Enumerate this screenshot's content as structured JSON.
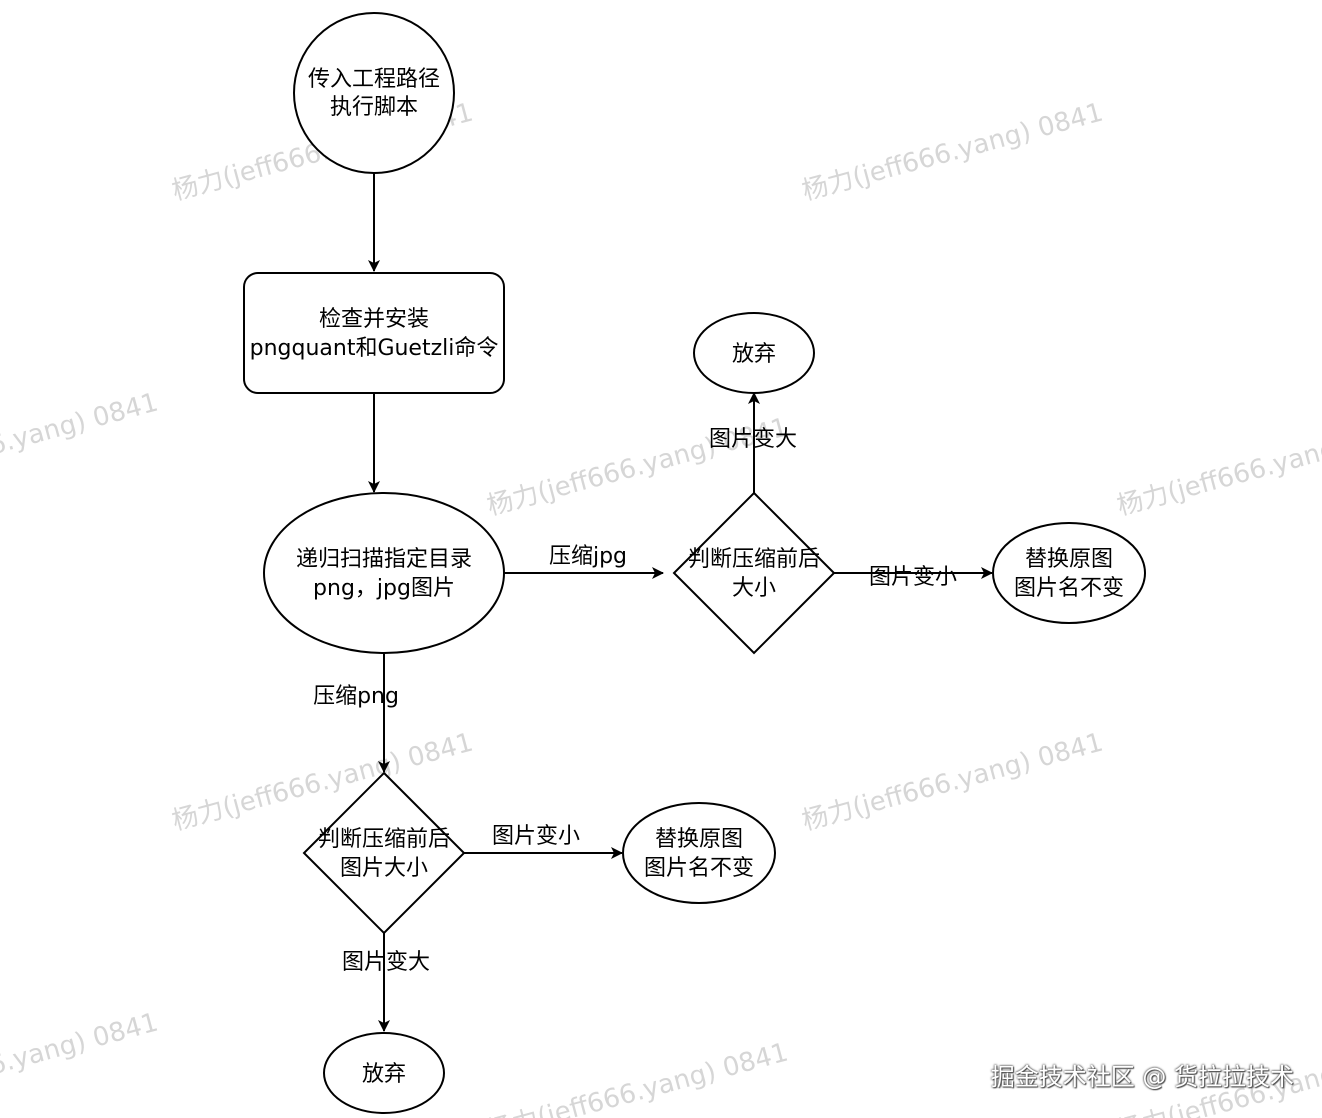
{
  "watermark": "杨力(jeff666.yang) 0841",
  "nodes": {
    "start": [
      "传入工程路径",
      "执行脚本"
    ],
    "install": [
      "检查并安装",
      "pngquant和Guetzli命令"
    ],
    "scan": [
      "递归扫描指定目录",
      "png，jpg图片"
    ],
    "judge_jpg": [
      "判断压缩前后",
      "大小"
    ],
    "giveup_jpg": [
      "放弃"
    ],
    "replace_jpg": [
      "替换原图",
      "图片名不变"
    ],
    "judge_png": [
      "判断压缩前后",
      "图片大小"
    ],
    "replace_png": [
      "替换原图",
      "图片名不变"
    ],
    "giveup_png": [
      "放弃"
    ]
  },
  "edges": {
    "compress_jpg": "压缩jpg",
    "compress_png": "压缩png",
    "jpg_bigger": "图片变大",
    "jpg_smaller": "图片变小",
    "png_smaller": "图片变小",
    "png_bigger": "图片变大"
  },
  "footer": "掘金技术社区 @ 货拉拉技术"
}
